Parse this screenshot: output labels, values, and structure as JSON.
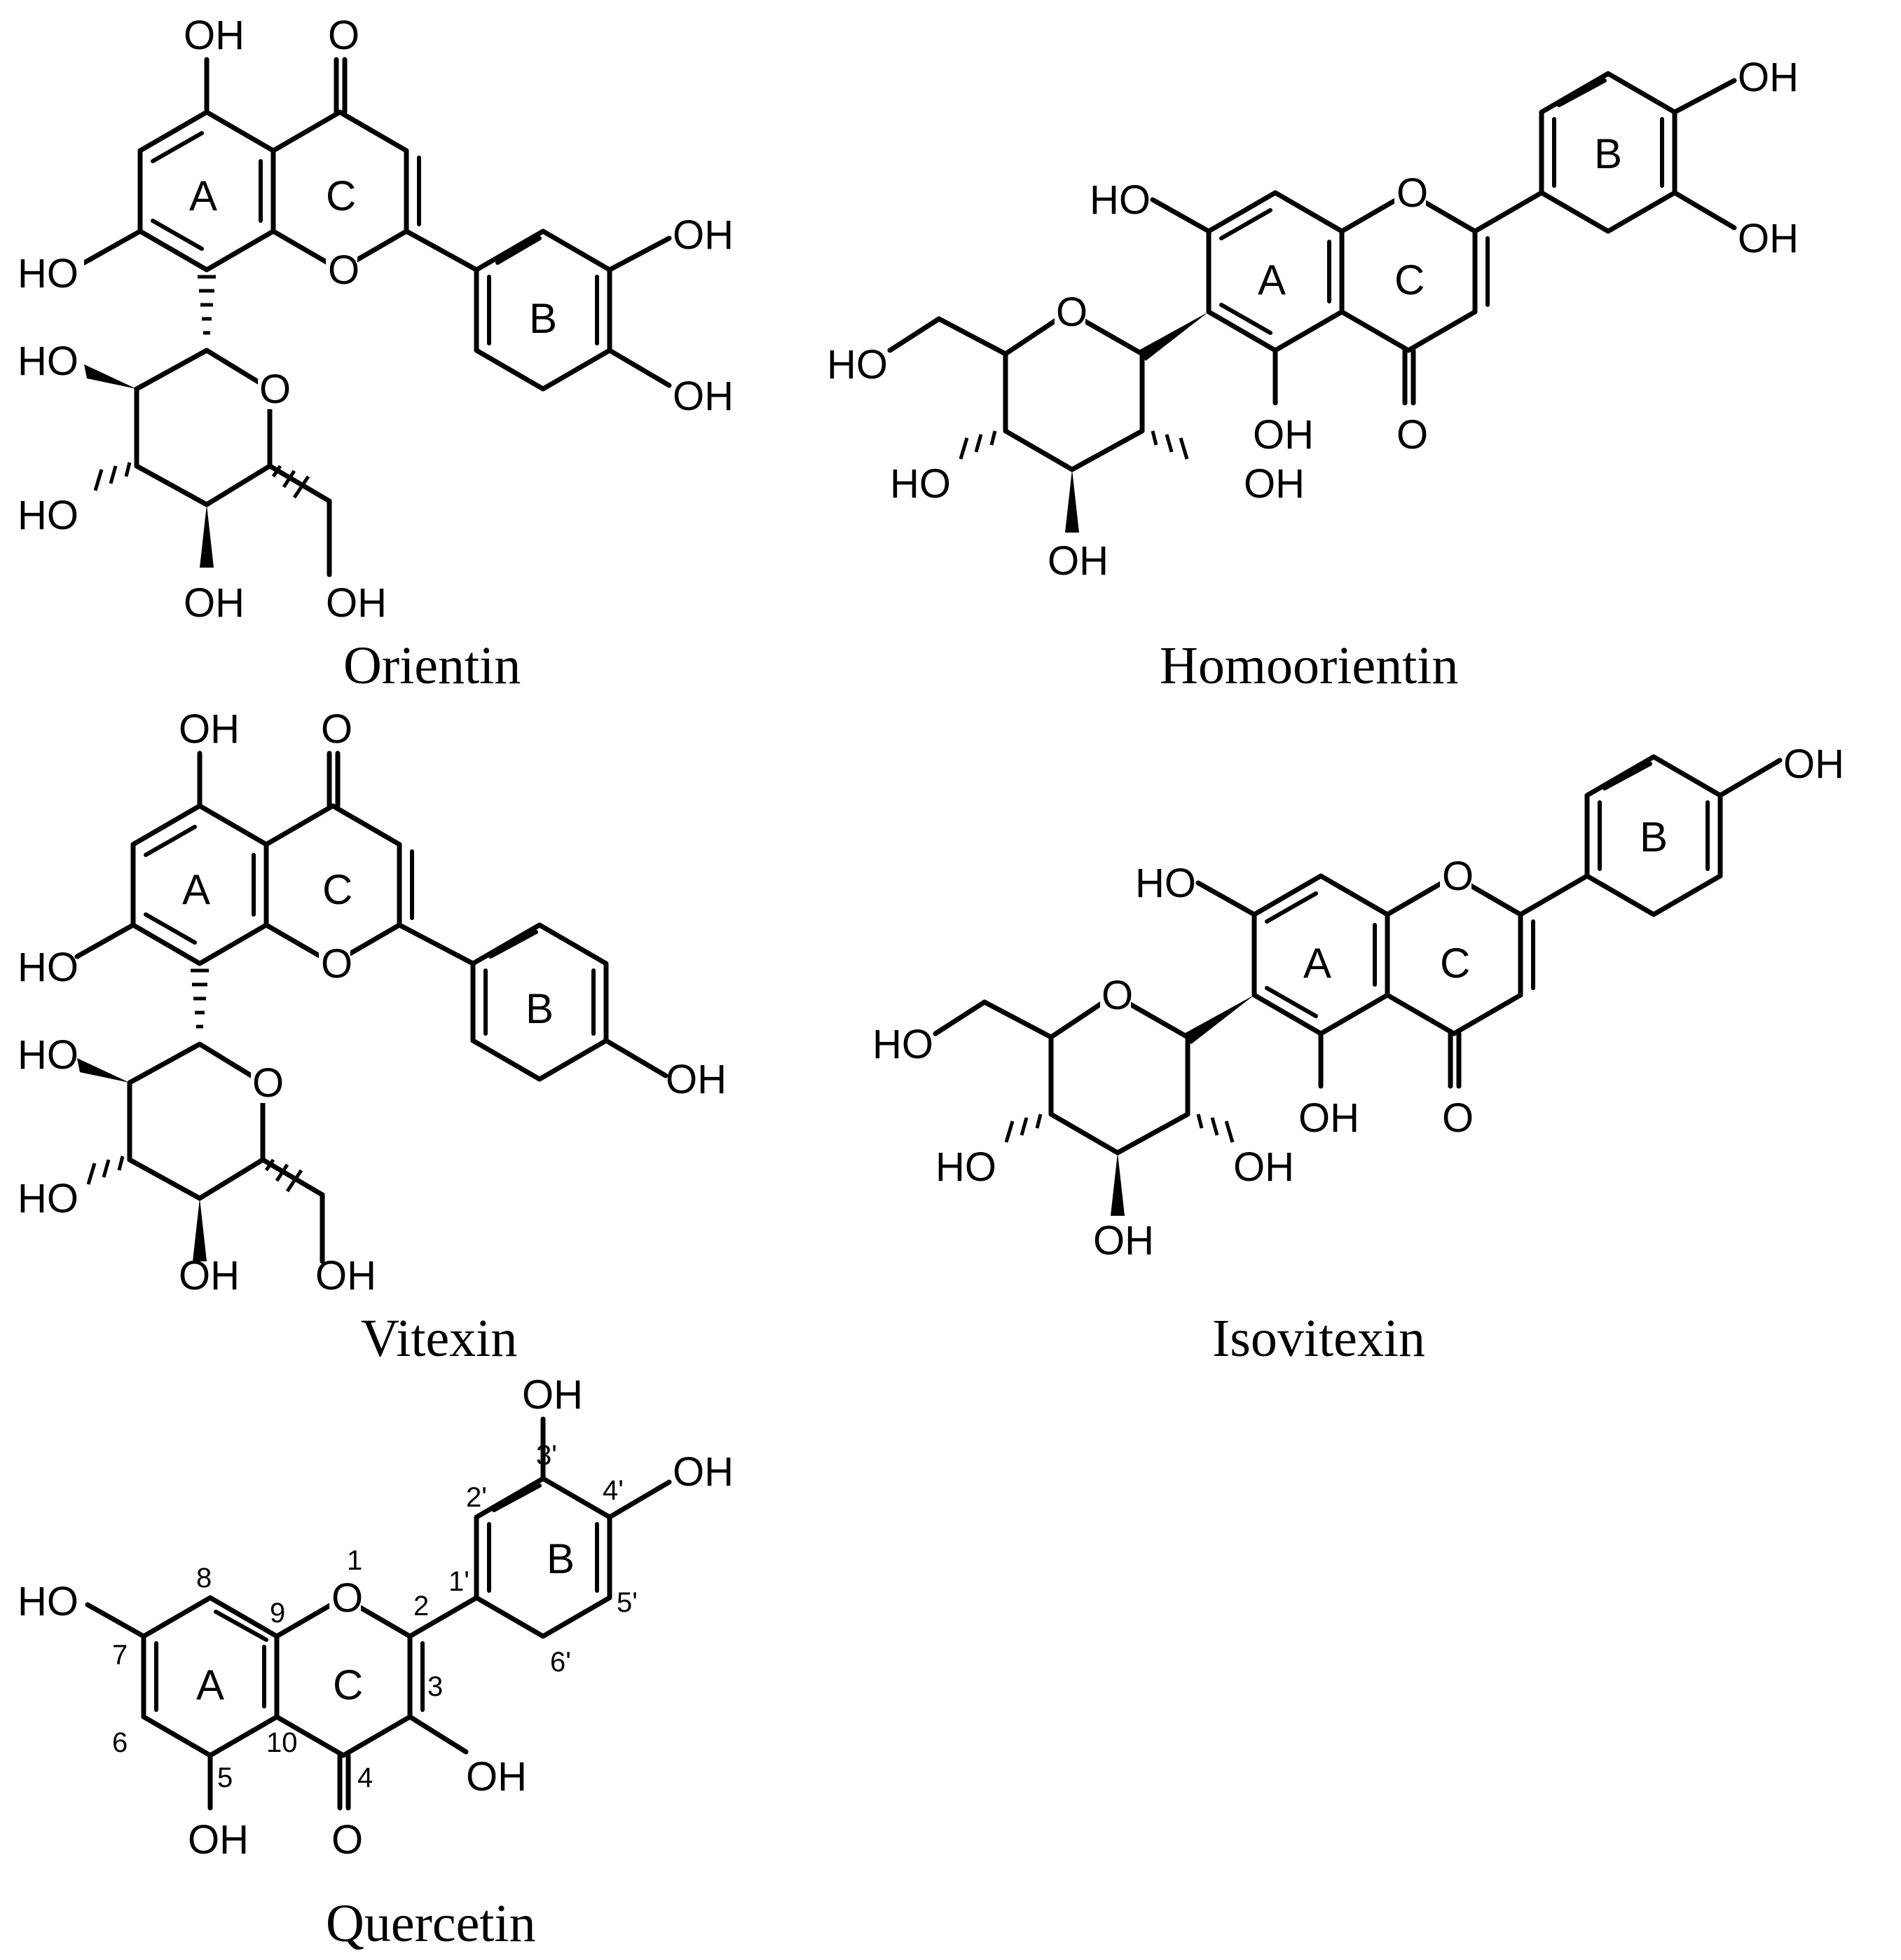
{
  "molecules": [
    {
      "name": "Orientin",
      "ring_labels": [
        "A",
        "B",
        "C"
      ],
      "atom_labels": [
        "OH",
        "O",
        "HO",
        "O",
        "OH",
        "OH",
        "HO",
        "O",
        "HO",
        "OH",
        "OH"
      ]
    },
    {
      "name": "Homoorientin",
      "ring_labels": [
        "A",
        "B",
        "C"
      ],
      "atom_labels": [
        "OH",
        "OH",
        "HO",
        "O",
        "OH",
        "O",
        "HO",
        "O",
        "HO",
        "OH",
        "OH"
      ]
    },
    {
      "name": "Vitexin",
      "ring_labels": [
        "A",
        "B",
        "C"
      ],
      "atom_labels": [
        "OH",
        "O",
        "HO",
        "O",
        "OH",
        "HO",
        "O",
        "HO",
        "OH",
        "OH"
      ]
    },
    {
      "name": "Isovitexin",
      "ring_labels": [
        "A",
        "B",
        "C"
      ],
      "atom_labels": [
        "OH",
        "HO",
        "O",
        "OH",
        "O",
        "HO",
        "O",
        "HO",
        "OH",
        "OH"
      ]
    },
    {
      "name": "Quercetin",
      "ring_labels": [
        "A",
        "B",
        "C"
      ],
      "atom_labels": [
        "OH",
        "OH",
        "HO",
        "O",
        "OH",
        "O",
        "OH"
      ],
      "position_numbers": [
        "1",
        "2",
        "3",
        "4",
        "5",
        "6",
        "7",
        "8",
        "9",
        "10",
        "1'",
        "2'",
        "3'",
        "4'",
        "5'",
        "6'"
      ]
    }
  ]
}
